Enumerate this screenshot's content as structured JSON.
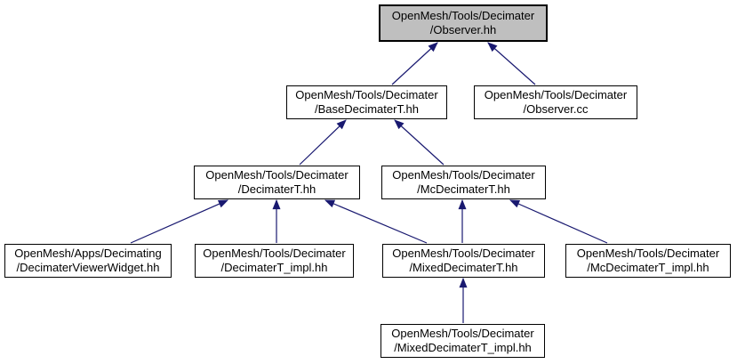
{
  "diagram": {
    "kind": "include-dependency-graph",
    "background_color": "#ffffff",
    "node_fill_color": "#ffffff",
    "highlight_node_fill_color": "#bfbfbf",
    "node_border_color": "#000000",
    "edge_color": "#191970",
    "text_color": "#000000"
  },
  "nodes": [
    {
      "id": "observer-hh",
      "line1": "OpenMesh/Tools/Decimater",
      "line2": "/Observer.hh",
      "highlighted": true
    },
    {
      "id": "base-decimater-t-hh",
      "line1": "OpenMesh/Tools/Decimater",
      "line2": "/BaseDecimaterT.hh",
      "highlighted": false
    },
    {
      "id": "observer-cc",
      "line1": "OpenMesh/Tools/Decimater",
      "line2": "/Observer.cc",
      "highlighted": false
    },
    {
      "id": "decimater-t-hh",
      "line1": "OpenMesh/Tools/Decimater",
      "line2": "/DecimaterT.hh",
      "highlighted": false
    },
    {
      "id": "mc-decimater-t-hh",
      "line1": "OpenMesh/Tools/Decimater",
      "line2": "/McDecimaterT.hh",
      "highlighted": false
    },
    {
      "id": "decimater-viewer-widget-hh",
      "line1": "OpenMesh/Apps/Decimating",
      "line2": "/DecimaterViewerWidget.hh",
      "highlighted": false
    },
    {
      "id": "decimater-t-impl-hh",
      "line1": "OpenMesh/Tools/Decimater",
      "line2": "/DecimaterT_impl.hh",
      "highlighted": false
    },
    {
      "id": "mixed-decimater-t-hh",
      "line1": "OpenMesh/Tools/Decimater",
      "line2": "/MixedDecimaterT.hh",
      "highlighted": false
    },
    {
      "id": "mc-decimater-t-impl-hh",
      "line1": "OpenMesh/Tools/Decimater",
      "line2": "/McDecimaterT_impl.hh",
      "highlighted": false
    },
    {
      "id": "mixed-decimater-t-impl-hh",
      "line1": "OpenMesh/Tools/Decimater",
      "line2": "/MixedDecimaterT_impl.hh",
      "highlighted": false
    }
  ],
  "edges": [
    {
      "from": "base-decimater-t-hh",
      "to": "observer-hh"
    },
    {
      "from": "observer-cc",
      "to": "observer-hh"
    },
    {
      "from": "decimater-t-hh",
      "to": "base-decimater-t-hh"
    },
    {
      "from": "mc-decimater-t-hh",
      "to": "base-decimater-t-hh"
    },
    {
      "from": "decimater-viewer-widget-hh",
      "to": "decimater-t-hh"
    },
    {
      "from": "decimater-t-impl-hh",
      "to": "decimater-t-hh"
    },
    {
      "from": "mixed-decimater-t-hh",
      "to": "decimater-t-hh"
    },
    {
      "from": "mixed-decimater-t-hh",
      "to": "mc-decimater-t-hh"
    },
    {
      "from": "mc-decimater-t-impl-hh",
      "to": "mc-decimater-t-hh"
    },
    {
      "from": "mixed-decimater-t-impl-hh",
      "to": "mixed-decimater-t-hh"
    }
  ]
}
